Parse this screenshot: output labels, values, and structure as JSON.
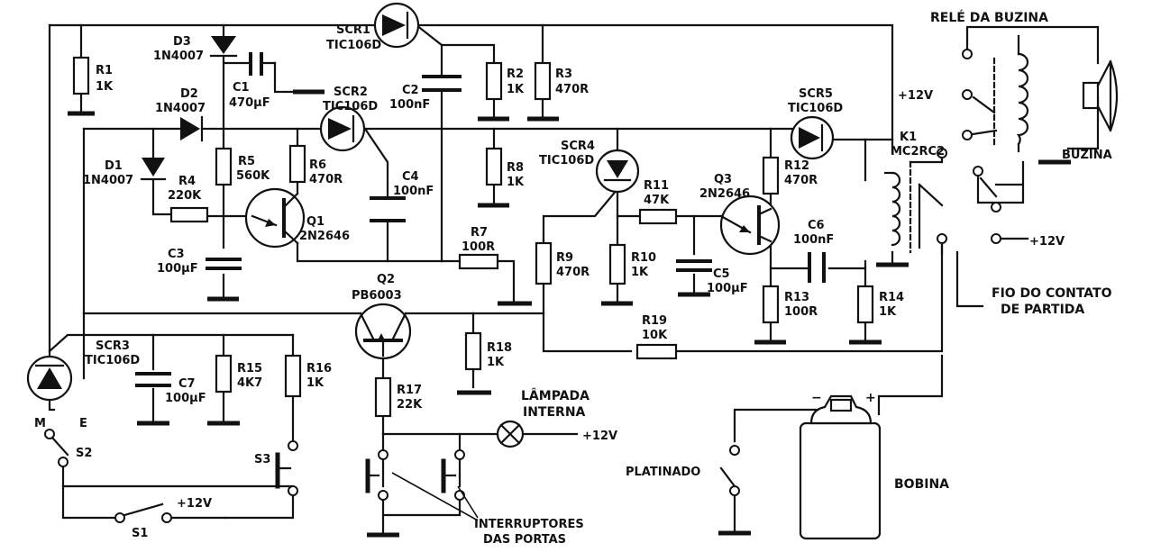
{
  "labels": {
    "r1": "R1",
    "r1v": "1K",
    "d3": "D3",
    "d3v": "1N4007",
    "scr1": "SCR1",
    "scr1v": "TIC106D",
    "r2": "R2",
    "r2v": "1K",
    "r3": "R3",
    "r3v": "470R",
    "c1": "C1",
    "c1v": "470µF",
    "d2": "D2",
    "d2v": "1N4007",
    "scr2": "SCR2",
    "scr2v": "TIC106D",
    "c2": "C2",
    "c2v": "100nF",
    "d1": "D1",
    "d1v": "1N4007",
    "r4": "R4",
    "r4v": "220K",
    "r5": "R5",
    "r5v": "560K",
    "r6": "R6",
    "r6v": "470R",
    "c4": "C4",
    "c4v": "100nF",
    "r8": "R8",
    "r8v": "1K",
    "scr4": "SCR4",
    "scr4v": "TIC106D",
    "r11": "R11",
    "r11v": "47K",
    "q3": "Q3",
    "q3v": "2N2646",
    "r12": "R12",
    "r12v": "470R",
    "scr5": "SCR5",
    "scr5v": "TIC106D",
    "k1": "K1",
    "k1v": "MC2RC2",
    "q1": "Q1",
    "q1v": "2N2646",
    "c3": "C3",
    "c3v": "100µF",
    "r7": "R7",
    "r7v": "100R",
    "r9": "R9",
    "r9v": "470R",
    "r10": "R10",
    "r10v": "1K",
    "c5": "C5",
    "c5v": "100µF",
    "c6": "C6",
    "c6v": "100nF",
    "r13": "R13",
    "r13v": "100R",
    "r14": "R14",
    "r14v": "1K",
    "q2": "Q2",
    "q2v": "PB6003",
    "scr3": "SCR3",
    "scr3v": "TIC106D",
    "c7": "C7",
    "c7v": "100µF",
    "r15": "R15",
    "r15v": "4K7",
    "r16": "R16",
    "r16v": "1K",
    "r18": "R18",
    "r18v": "1K",
    "r19": "R19",
    "r19v": "10K",
    "r17": "R17",
    "r17v": "22K",
    "m": "M",
    "e": "E",
    "s1": "S1",
    "s2": "S2",
    "s3": "S3",
    "plus12_s1": "+12V",
    "plus12_relay": "+12V",
    "plus12_k1": "+12V",
    "plus12_lamp": "+12V",
    "rele_buzina": "RELÉ DA BUZINA",
    "buzina": "BUZINA",
    "fio_line1": "FIO DO CONTATO",
    "fio_line2": "DE PARTIDA",
    "lampada_line1": "LÂMPADA",
    "lampada_line2": "INTERNA",
    "interruptores_line1": "INTERRUPTORES",
    "interruptores_line2": "DAS PORTAS",
    "platinado": "PLATINADO",
    "bobina": "BOBINA",
    "bob_minus": "−",
    "bob_plus": "+"
  }
}
